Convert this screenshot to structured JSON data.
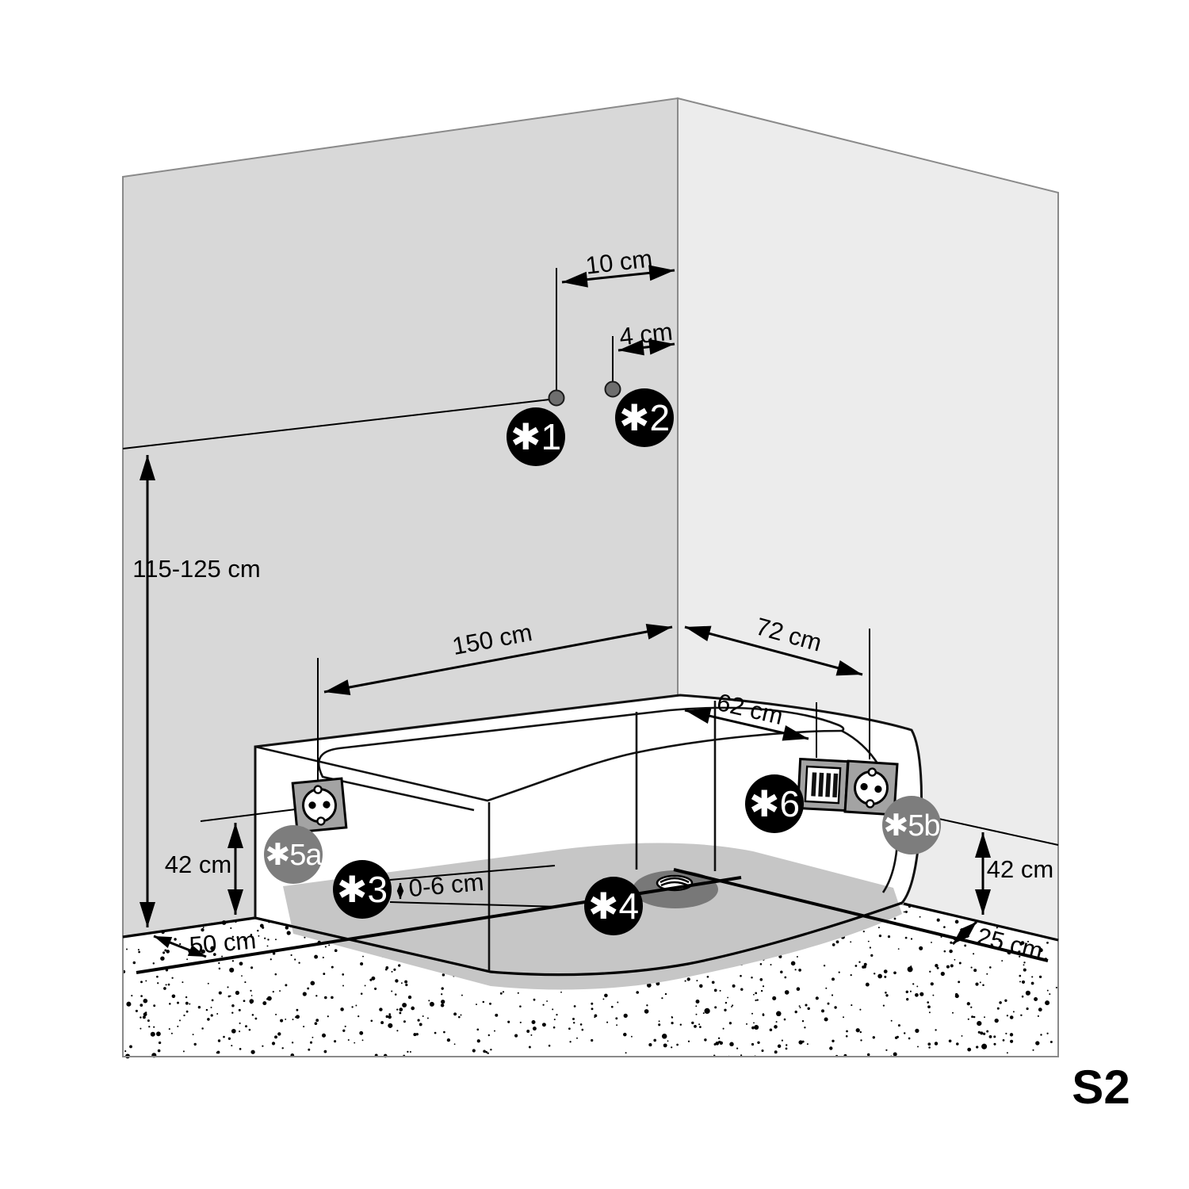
{
  "figure": {
    "code": "S2",
    "code_color": "#e0131a"
  },
  "dimensions": {
    "corner_offset_1": "10 cm",
    "corner_offset_2": "4 cm",
    "connection_height": "115-125 cm",
    "tub_length": "150 cm",
    "tub_width": "72 cm",
    "tub_width_inner": "62 cm",
    "outlet_height_left": "42 cm",
    "outlet_height_right": "42 cm",
    "foot_adjustment": "0-6 cm",
    "clearance_front": "50 cm",
    "clearance_side": "25 cm"
  },
  "callouts": {
    "c1": "✱1",
    "c2": "✱2",
    "c3": "✱3",
    "c4": "✱4",
    "c5a": "✱5a",
    "c5b": "✱5b",
    "c6": "✱6"
  },
  "colors": {
    "wall_left": "#d8d8d8",
    "wall_right": "#ececec",
    "floor": "#ffffff",
    "plinth_shadow": "#c6c6c6",
    "drain_shadow": "#787878",
    "badge_black": "#000000",
    "badge_gray": "#7d7d7d",
    "outlet_plate": "#a3a3a3",
    "marker_dot": "#6e6e6e"
  }
}
